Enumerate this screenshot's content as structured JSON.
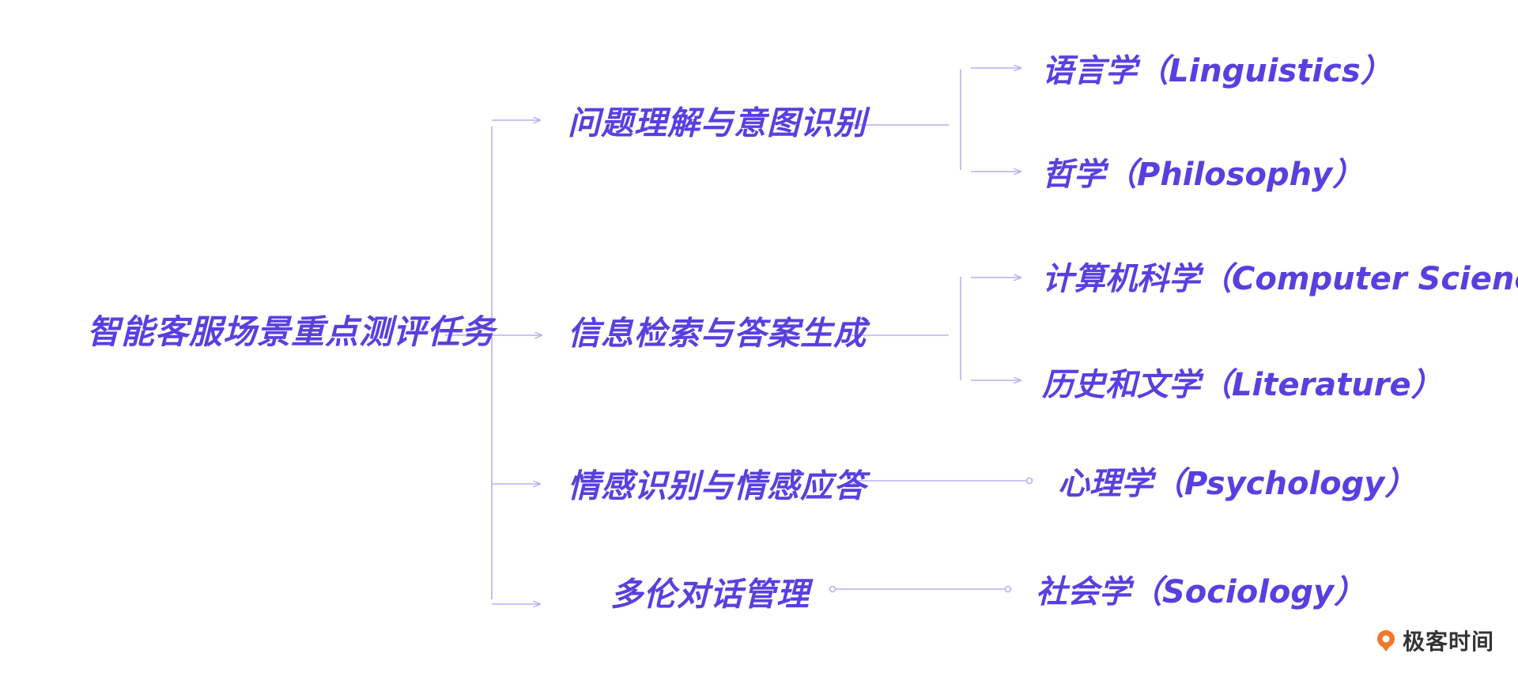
{
  "root": {
    "label": "智能客服场景重点测评任务"
  },
  "tasks": [
    {
      "label": "问题理解与意图识别"
    },
    {
      "label": "信息检索与答案生成"
    },
    {
      "label": "情感识别与情感应答"
    },
    {
      "label": "多伦对话管理"
    }
  ],
  "disciplines": [
    {
      "label": "语言学（Linguistics）"
    },
    {
      "label": "哲学（Philosophy）"
    },
    {
      "label": "计算机科学（Computer Science）"
    },
    {
      "label": "历史和文学（Literature）"
    },
    {
      "label": "心理学（Psychology）"
    },
    {
      "label": "社会学（Sociology）"
    }
  ],
  "logo": {
    "text": "极客时间"
  },
  "colors": {
    "text": "#5a3fe0",
    "line": "#b9aef2",
    "logo_orange": "#f3772b"
  }
}
